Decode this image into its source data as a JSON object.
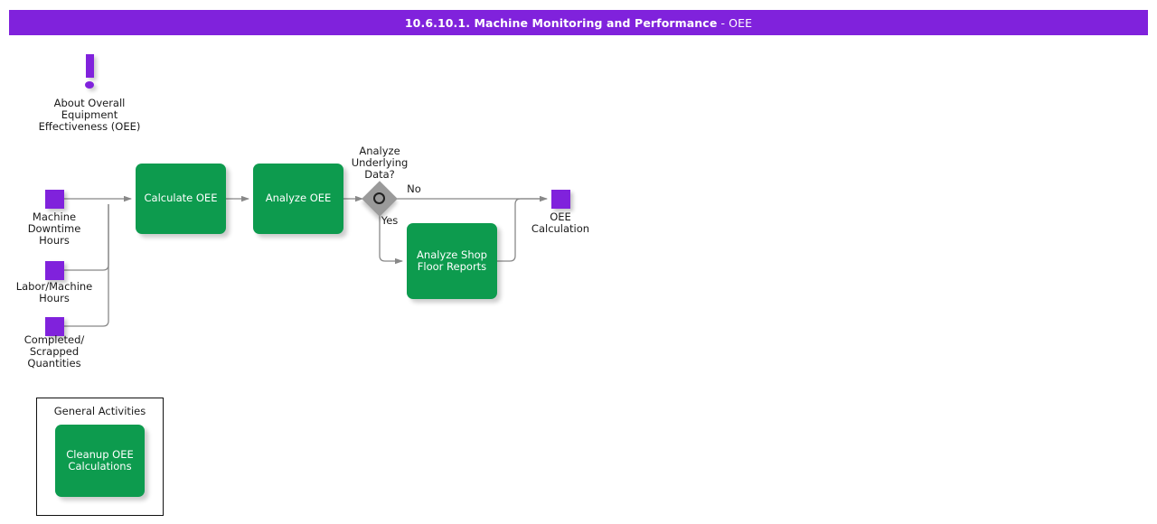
{
  "header": {
    "title_main": "10.6.10.1. Machine Monitoring and Performance",
    "title_sub": " - OEE"
  },
  "annotation": {
    "icon": "exclamation-icon",
    "label": "About Overall\nEquipment\nEffectiveness (OEE)"
  },
  "inputs": [
    {
      "id": "machine-downtime-hours",
      "label": "Machine\nDowntime\nHours"
    },
    {
      "id": "labor-machine-hours",
      "label": "Labor/Machine\nHours"
    },
    {
      "id": "completed-scrapped-quantities",
      "label": "Completed/\nScrapped\nQuantities"
    }
  ],
  "tasks": [
    {
      "id": "calculate-oee",
      "label": "Calculate OEE"
    },
    {
      "id": "analyze-oee",
      "label": "Analyze OEE"
    },
    {
      "id": "analyze-shop-floor-reports",
      "label": "Analyze Shop\nFloor Reports"
    }
  ],
  "gateway": {
    "id": "analyze-underlying-data",
    "label": "Analyze\nUnderlying\nData?",
    "branch_yes": "Yes",
    "branch_no": "No"
  },
  "outputs": [
    {
      "id": "oee-calculation",
      "label": "OEE\nCalculation"
    }
  ],
  "group": {
    "title": "General Activities",
    "task": {
      "id": "cleanup-oee-calculations",
      "label": "Cleanup OEE\nCalculations"
    }
  },
  "colors": {
    "header_purple": "#8022dc",
    "data_purple": "#8022dc",
    "task_green": "#0d9b4e",
    "gateway_gray": "#9a9a9a",
    "connector_gray": "#888888",
    "text_dark": "#1a1a1a",
    "background": "#ffffff"
  }
}
